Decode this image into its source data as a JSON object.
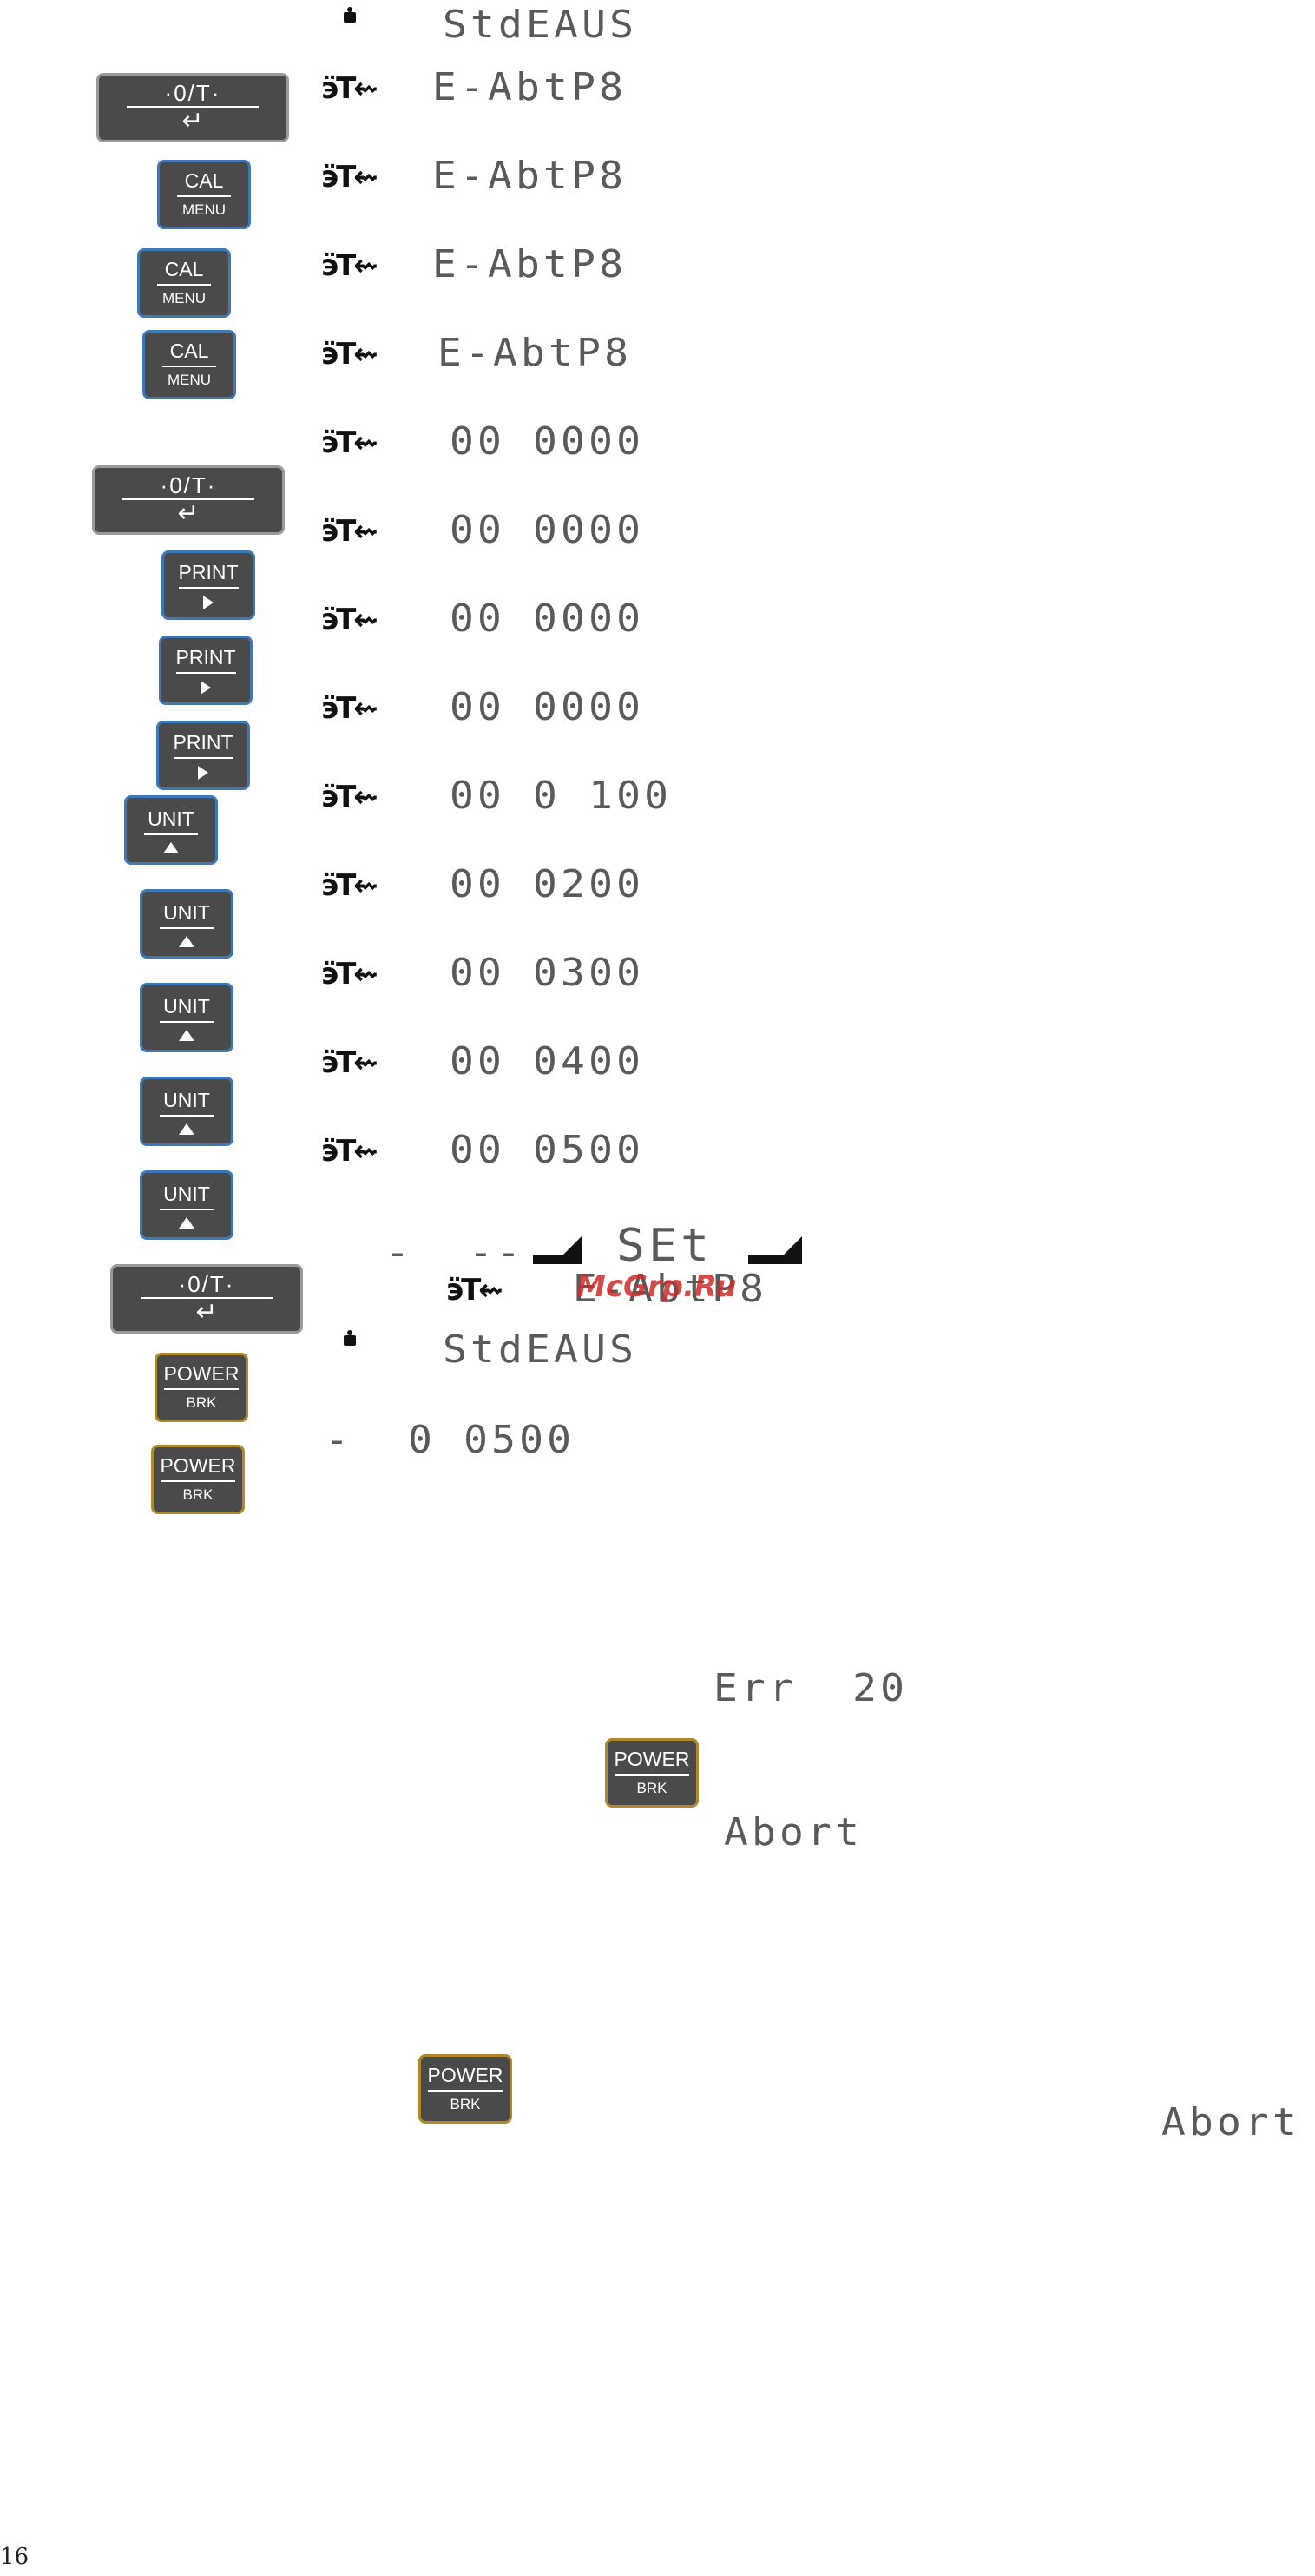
{
  "keys": {
    "zero_tare": {
      "top": "·0/T·",
      "bottom": "↵"
    },
    "cal_menu": {
      "top": "CAL",
      "bottom": "MENU"
    },
    "print": {
      "top": "PRINT"
    },
    "unit": {
      "top": "UNIT"
    },
    "power_brk": {
      "top": "POWER",
      "bottom": "BRK"
    }
  },
  "icons": {
    "stability": "ӭT⇜",
    "weight": "weight-icon"
  },
  "displays": {
    "std_eaus_1": "StdEAUS",
    "e_abtp8_1": "E-AbtP8",
    "e_abtp8_2": "E-AbtP8",
    "e_abtp8_3": "E-AbtP8",
    "e_abtp8_4": "E-AbtP8",
    "val_0000_1": "00 0000",
    "val_0000_2": "00 0000",
    "val_0000_3": "00 0000",
    "val_0000_4": "00 0000",
    "val_0100": "00 0 100",
    "val_0200": "00 0200",
    "val_0300": "00 0300",
    "val_0400": "00 0400",
    "val_0500": "00 0500",
    "dashes": "-  --",
    "set": "SEt",
    "e_abtp8_5": "E-AbtP8",
    "std_eaus_2": "StdEAUS",
    "neg_00500": "-  0 0500",
    "err_20": "Err  20",
    "abort_1": "Abort",
    "abort_2": "Abort"
  },
  "watermark": "McGrp.Ru",
  "page_number": "16",
  "colors": {
    "key_fill": "#4a4a4a",
    "key_blue_border": "#3d78b8",
    "key_power_border": "#b08a2a",
    "watermark": "#d02a2a"
  }
}
